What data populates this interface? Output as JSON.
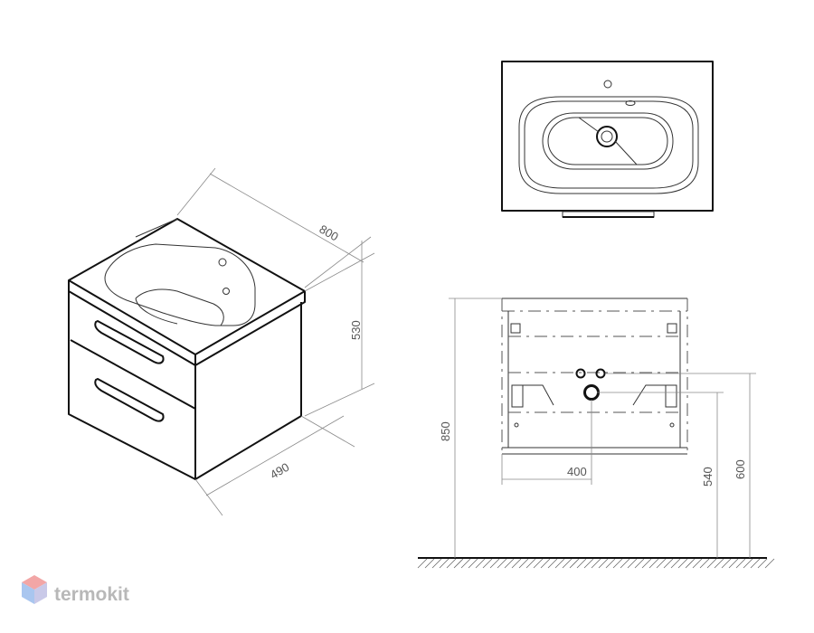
{
  "dimensions": {
    "width": "800",
    "height": "530",
    "depth": "490",
    "total_height": "850",
    "drain_offset": "400",
    "drain_height": "540",
    "supply_height": "600"
  },
  "watermark": {
    "text": "termokit",
    "colors": {
      "top": "#f2a6a6",
      "left": "#a9c6ef",
      "right": "#c9c9e8"
    }
  },
  "colors": {
    "line": "#111111",
    "dimension": "#8a8a8a",
    "text": "#555555"
  }
}
